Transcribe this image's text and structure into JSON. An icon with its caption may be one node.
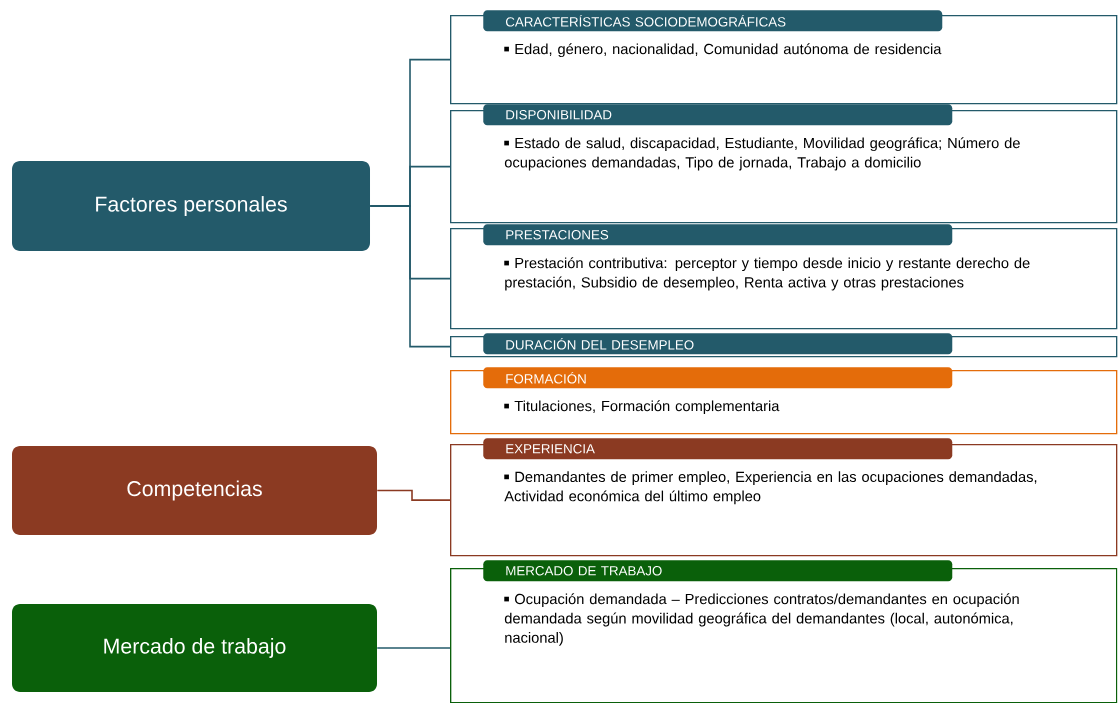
{
  "diagram": {
    "nodes": [
      {
        "text": [
          "Factores personales"
        ]
      },
      {
        "text": [
          "CARACTERÍSTICAS SOCIODEMOGRÁFICAS",
          "Edad, género, nacionalidad, Comunidad autónoma de residencia"
        ]
      },
      {
        "text": [
          "DISPONIBILIDAD",
          "Estado de salud, discapacidad, Estudiante, Movilidad geográfica; Número de ocupaciones demandadas, Tipo de jornada, Trabajo a domicilio"
        ]
      },
      {
        "text": [
          "PRESTACIONES",
          "Prestación contributiva: perceptor y tiempo desde inicio y restante derecho de prestación, Subsidio de desempleo, Renta activa y otras prestaciones"
        ]
      },
      {
        "text": [
          "DURACIÓN DEL DESEMPLEO"
        ]
      },
      {
        "text": [
          "FORMACIÓN",
          "Titulaciones, Formación complementaria"
        ]
      },
      {
        "text": [
          "Competencias"
        ]
      },
      {
        "text": [
          "EXPERIENCIA",
          "Demandantes de primer empleo, Experiencia en las ocupaciones demandadas, Actividad económica del último empleo"
        ]
      },
      {
        "text": [
          "Mercado de trabajo"
        ]
      },
      {
        "text": [
          "MERCADO DE TRABAJO",
          "Ocupación demandada – Predicciones contratos/demandantes en ocupación demandada según movilidad geográfica del demandantes (local, autonómica, nacional)"
        ]
      }
    ],
    "edges": [
      {
        "from": 0,
        "to": 1,
        "arrow": "none"
      },
      {
        "from": 0,
        "to": 2,
        "arrow": "none"
      },
      {
        "from": 0,
        "to": 3,
        "arrow": "none"
      },
      {
        "from": 0,
        "to": 4,
        "arrow": "none"
      },
      {
        "from": 6,
        "to": 7,
        "arrow": "none",
        "color": "#8b3a22"
      },
      {
        "from": 8,
        "to": 9,
        "arrow": "none"
      }
    ]
  }
}
